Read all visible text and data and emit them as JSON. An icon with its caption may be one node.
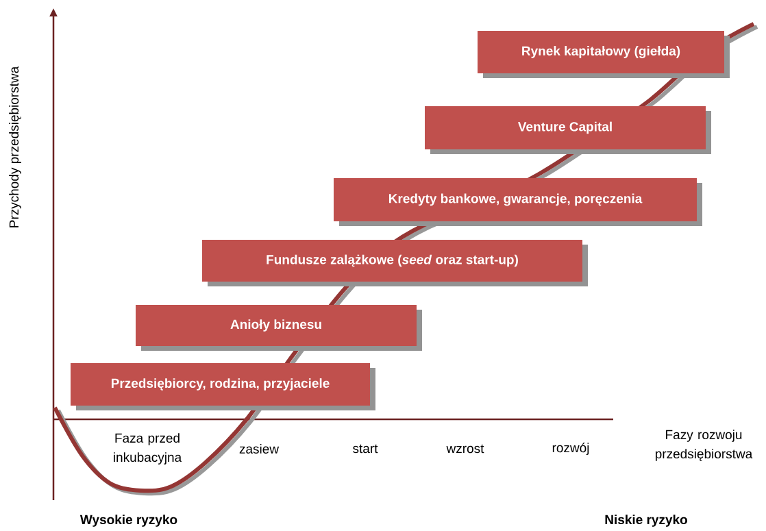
{
  "diagram": {
    "nodes": [
      {
        "text": [
          "Przedsiębiorcy, rodzina, przyjaciele"
        ]
      },
      {
        "text": [
          "Anioły biznesu"
        ]
      },
      {
        "text": [
          "Fundusze zalążkowe (*seed* oraz start-up)"
        ]
      },
      {
        "text": [
          "Kredyty bankowe, gwarancje, poręczenia"
        ]
      },
      {
        "text": [
          "Venture Capital"
        ]
      },
      {
        "text": [
          "Rynek kapitałowy (giełda)"
        ]
      }
    ],
    "labels": [
      "Przychody przedsiębiorstwa",
      "Faza przed inkubacyjna",
      "zasiew",
      "start",
      "wzrost",
      "rozwój",
      "Fazy rozwoju przedsiębiorstwa",
      "Wysokie ryzyko",
      "Niskie ryzyko"
    ]
  }
}
